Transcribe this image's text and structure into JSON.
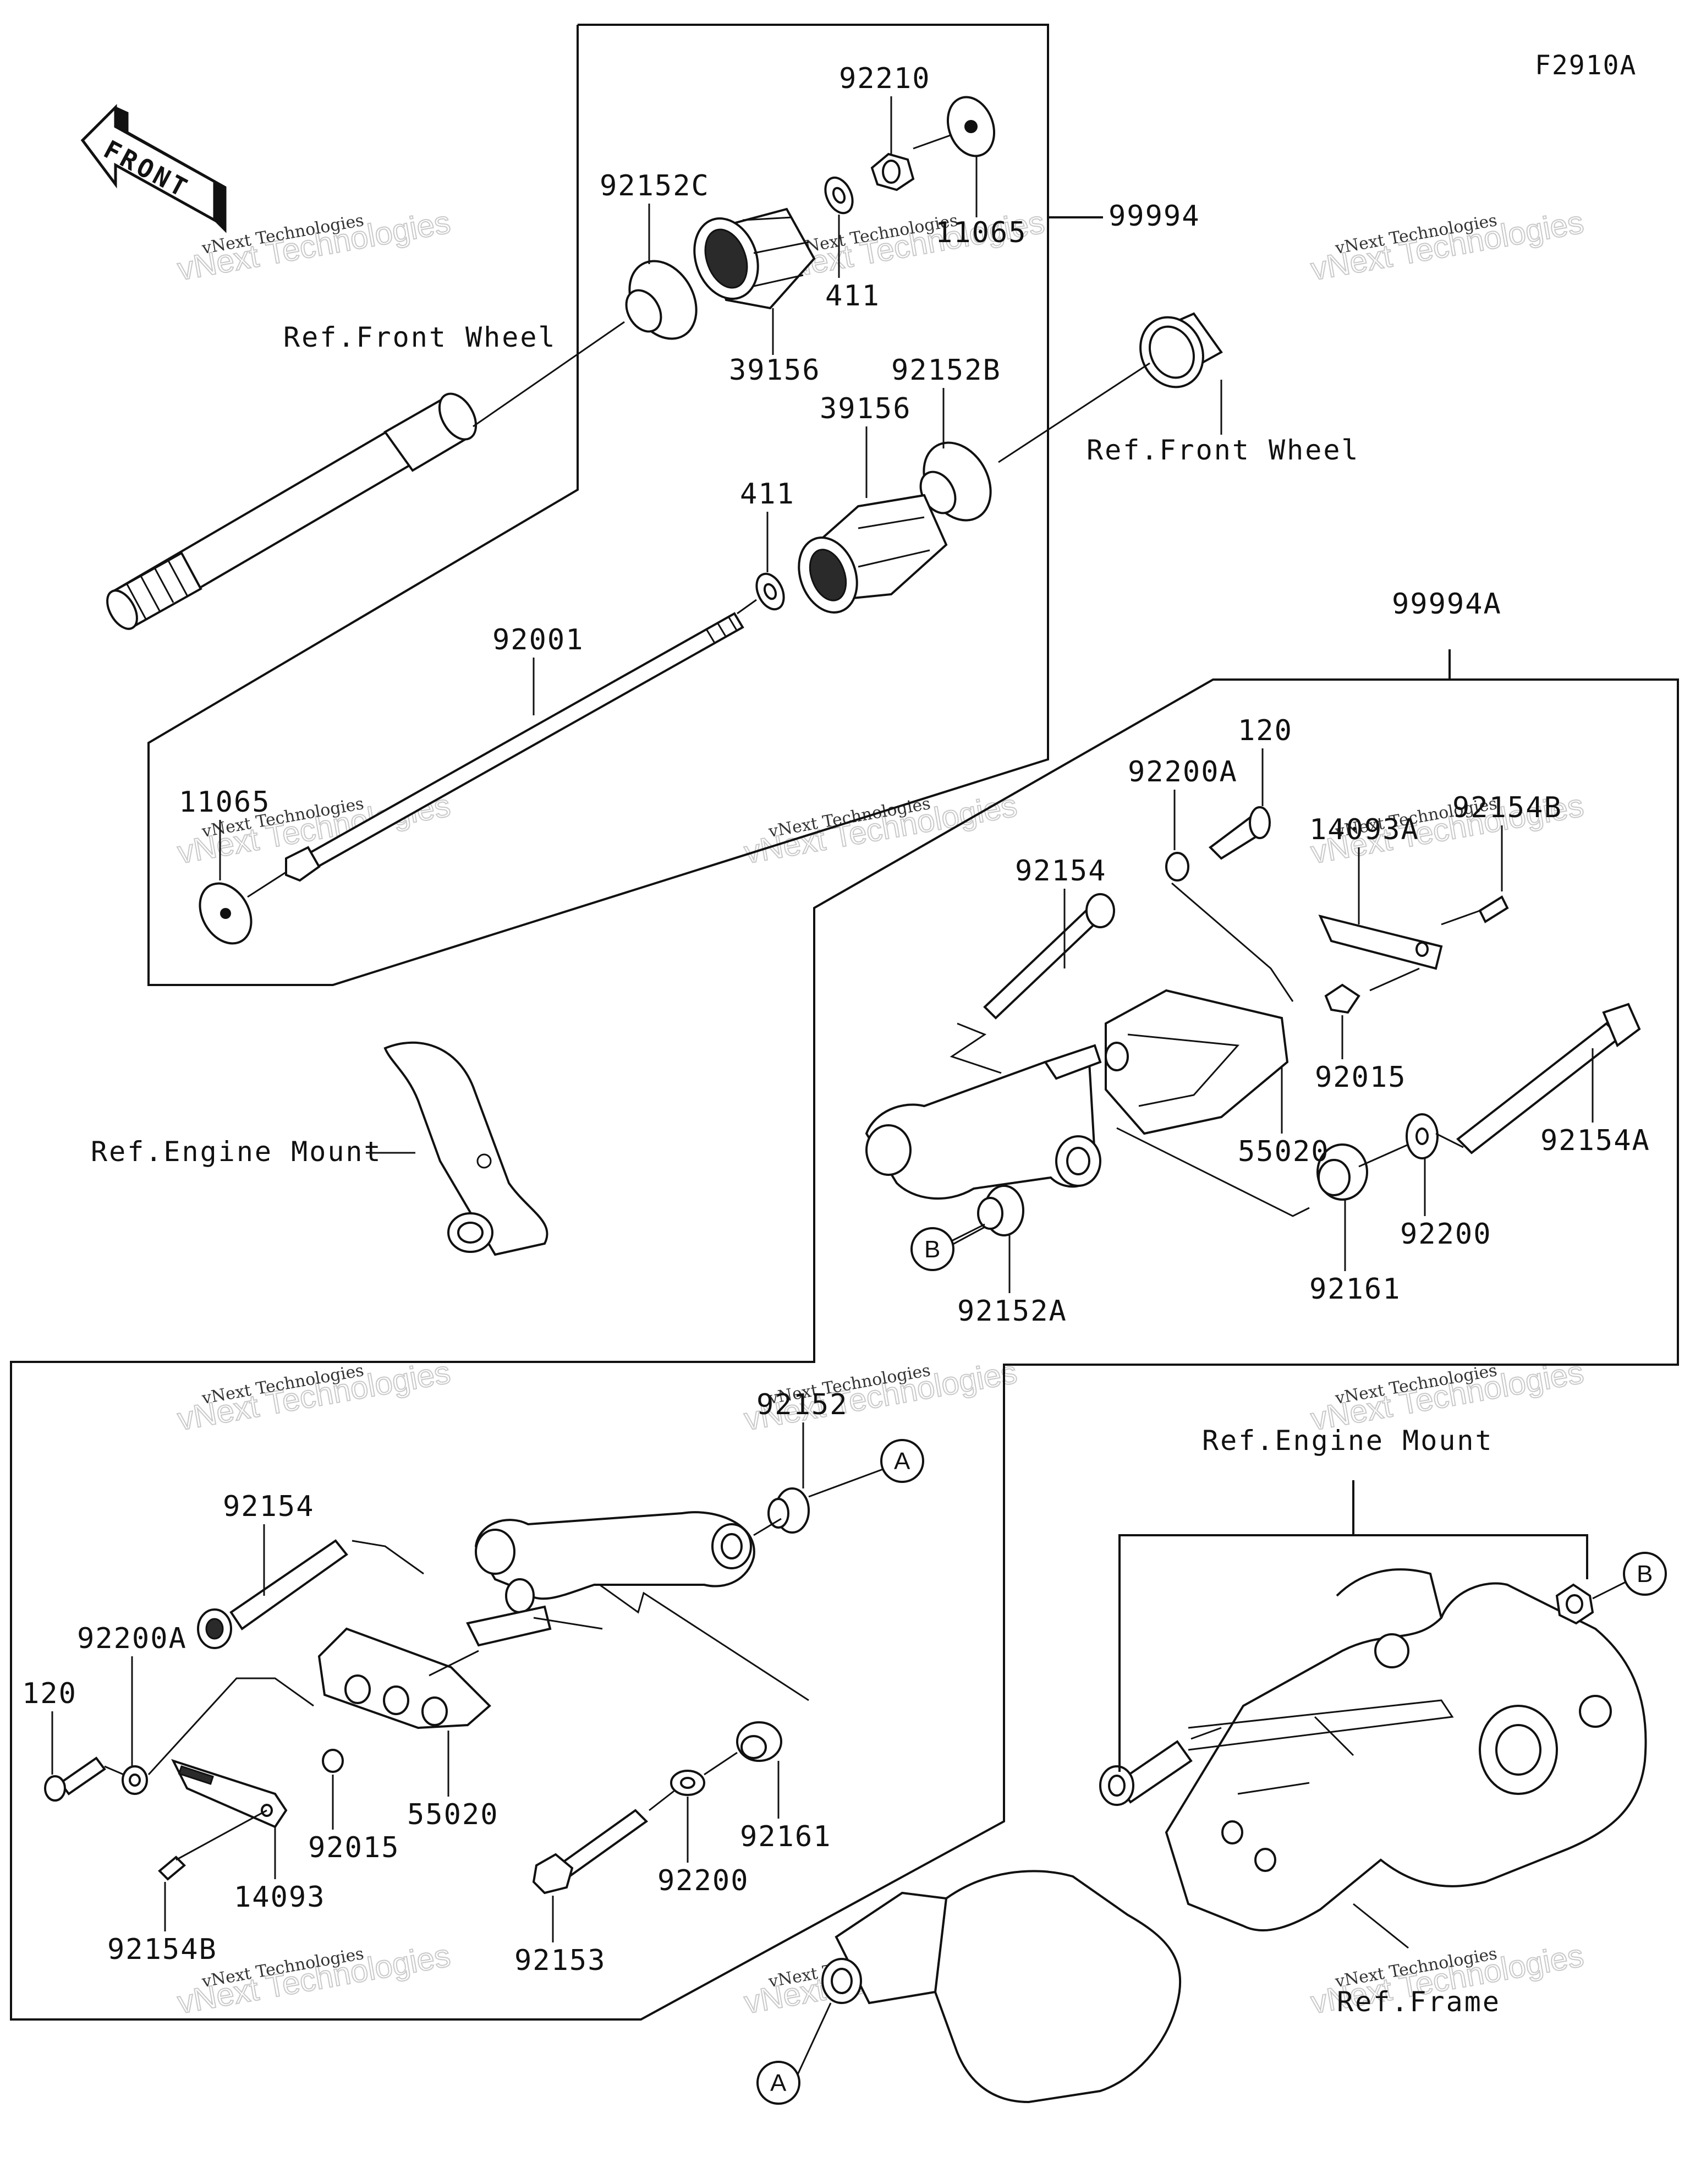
{
  "figure_code": "F2910A",
  "front_label": "FRONT",
  "refs": {
    "front_wheel_1": "Ref.Front Wheel",
    "front_wheel_2": "Ref.Front Wheel",
    "engine_mount_1": "Ref.Engine Mount",
    "engine_mount_2": "Ref.Engine Mount",
    "frame": "Ref.Frame"
  },
  "callouts": {
    "a1": "A",
    "a2": "A",
    "b1": "B",
    "b2": "B"
  },
  "part_numbers": {
    "p92210": "92210",
    "p11065_top": "11065",
    "p92152C": "92152C",
    "p99994": "99994",
    "p411_top": "411",
    "p39156_top": "39156",
    "p39156_mid": "39156",
    "p92152B": "92152B",
    "p411_mid": "411",
    "p92001": "92001",
    "p11065_left": "11065",
    "p99994A": "99994A",
    "p120_right": "120",
    "p92200A_right": "92200A",
    "p92154B_right": "92154B",
    "p14093A": "14093A",
    "p92154_right": "92154",
    "p92015_right": "92015",
    "p55020_right": "55020",
    "p92154A": "92154A",
    "p92200_right": "92200",
    "p92161_right": "92161",
    "p92152A": "92152A",
    "p92152": "92152",
    "p92154_left": "92154",
    "p92200A_left": "92200A",
    "p120_left": "120",
    "p55020_left": "55020",
    "p92015_left": "92015",
    "p14093": "14093",
    "p92154B_left": "92154B",
    "p92153": "92153",
    "p92200_left": "92200",
    "p92161_left": "92161"
  },
  "watermark": {
    "line1": "vNext Technologies",
    "line2": "vNext Technologies"
  }
}
